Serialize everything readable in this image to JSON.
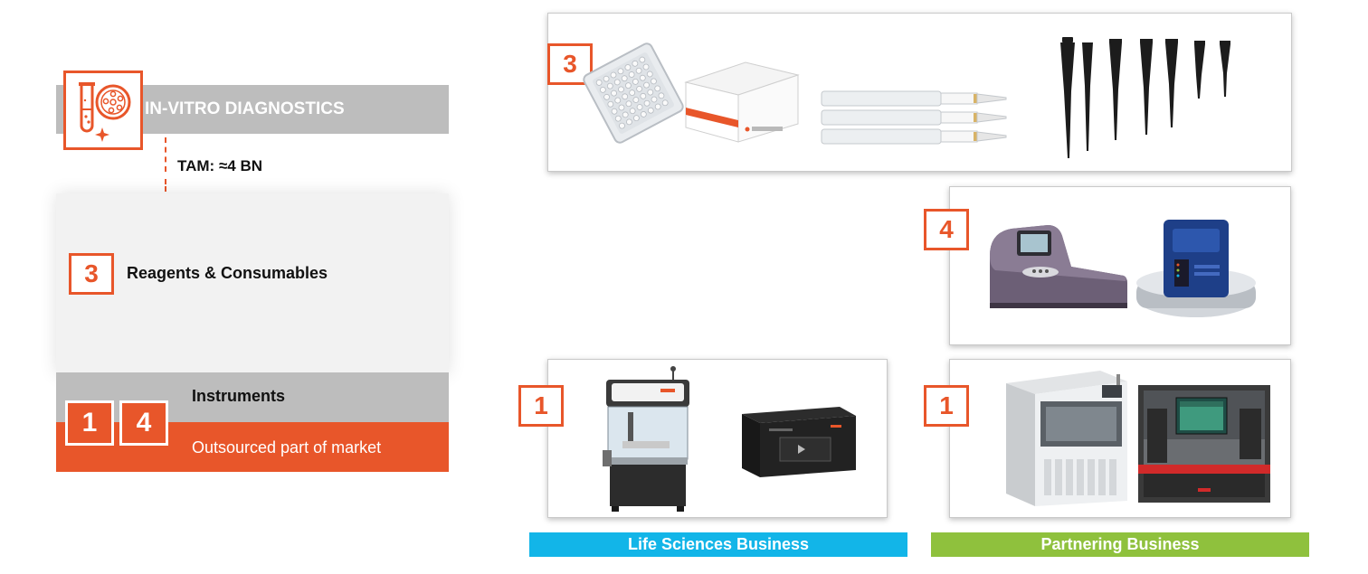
{
  "diagram": {
    "segment_title": "IN-VITRO DIAGNOSTICS",
    "segment_icon": "test-tube-and-petri-dish-icon",
    "tam_label": "TAM: ≈4 BN",
    "reagents": {
      "number": "3",
      "label": "Reagents & Consumables"
    },
    "instruments": {
      "label": "Instruments"
    },
    "outsourced": {
      "numbers": [
        "1",
        "4"
      ],
      "label": "Outsourced part of market"
    }
  },
  "panels": {
    "top": {
      "number": "3",
      "content": [
        "microplate-image",
        "reagent-kit-box-image",
        "cartridge-strips-image",
        "pipette-tips-image"
      ]
    },
    "middle": {
      "number": "4",
      "content": [
        "benchtop-analyzer-image",
        "compact-analyzer-image"
      ]
    },
    "bottom_left": {
      "number": "1",
      "content": [
        "liquid-handling-workstation-image",
        "plate-reader-image"
      ]
    },
    "bottom_right": {
      "number": "1",
      "content": [
        "automated-analyzer-image",
        "diagnostic-system-image"
      ]
    }
  },
  "banners": {
    "life_sciences": "Life Sciences Business",
    "partnering": "Partnering Business"
  },
  "colors": {
    "accent": "#e8562a",
    "grey_bar": "#bdbdbd",
    "panel_bg": "#f2f2f2",
    "life_sciences": "#12b5e8",
    "partnering": "#8fc13d"
  }
}
